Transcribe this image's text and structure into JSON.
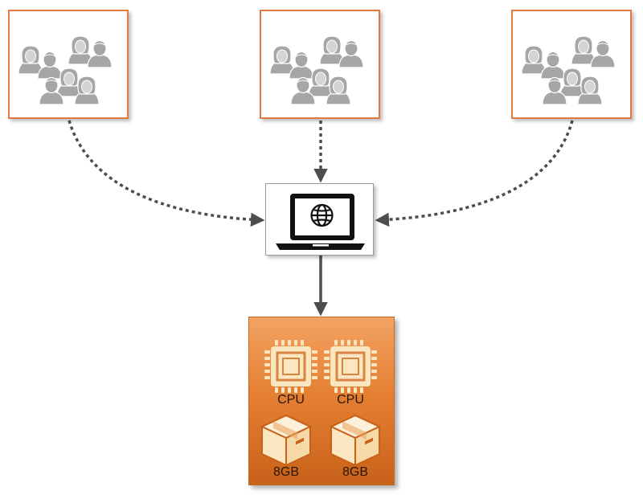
{
  "user_groups": [
    {
      "icon": "user-group-icon"
    },
    {
      "icon": "user-group-icon"
    },
    {
      "icon": "user-group-icon"
    }
  ],
  "server": {
    "icon": "laptop-globe-icon"
  },
  "resources": {
    "cpus": [
      {
        "icon": "cpu-chip-icon",
        "label": "CPU"
      },
      {
        "icon": "cpu-chip-icon",
        "label": "CPU"
      }
    ],
    "memory": [
      {
        "icon": "box-icon",
        "label": "8GB"
      },
      {
        "icon": "box-icon",
        "label": "8GB"
      }
    ]
  },
  "colors": {
    "user_box_border": "#e07a3e",
    "connector": "#4d4d4d",
    "resource_fill_top": "#f3a364",
    "resource_fill_bottom": "#c8621a",
    "icon_gray": "#a6a6a6",
    "chip_fill": "#fbe6c2"
  }
}
